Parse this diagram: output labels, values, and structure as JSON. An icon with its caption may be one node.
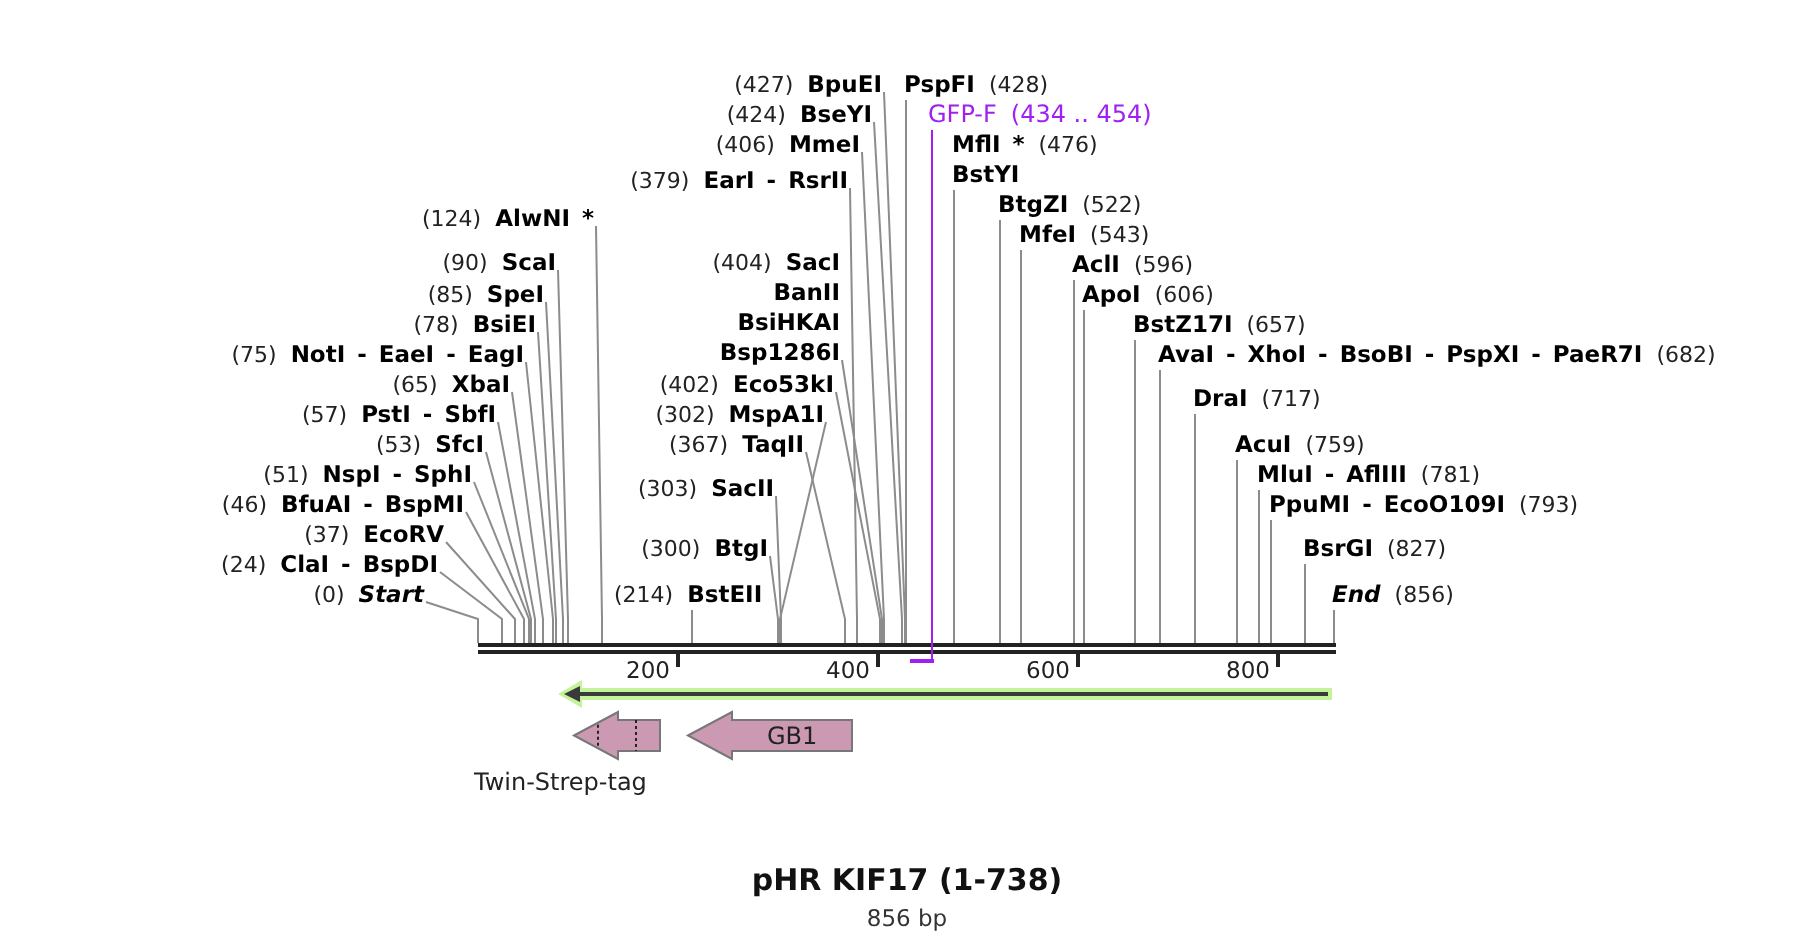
{
  "diagram": {
    "title": "pHR KIF17 (1-738)",
    "caption": "856 bp",
    "nodes": [
      {
        "text": [
          "(427)",
          "BpuEI"
        ]
      },
      {
        "text": [
          "PspFI",
          "(428)"
        ]
      },
      {
        "text": [
          "(424)",
          "BseYI"
        ]
      },
      {
        "text": [
          "GFP-F",
          "(434 .. 454)"
        ]
      },
      {
        "text": [
          "(406)",
          "MmeI"
        ]
      },
      {
        "text": [
          "MflI *",
          "(476)",
          "BstYI"
        ]
      },
      {
        "text": [
          "(379)",
          "EarI - RsrII"
        ]
      },
      {
        "text": [
          "BtgZI",
          "(522)"
        ]
      },
      {
        "text": [
          "(124)",
          "AlwNI *"
        ]
      },
      {
        "text": [
          "MfeI",
          "(543)"
        ]
      },
      {
        "text": [
          "(90)",
          "ScaI"
        ]
      },
      {
        "text": [
          "(404)",
          "SacI",
          "BanII",
          "BsiHKAI",
          "Bsp1286I"
        ]
      },
      {
        "text": [
          "AclI",
          "(596)"
        ]
      },
      {
        "text": [
          "(85)",
          "SpeI"
        ]
      },
      {
        "text": [
          "ApoI",
          "(606)"
        ]
      },
      {
        "text": [
          "(78)",
          "BsiEI"
        ]
      },
      {
        "text": [
          "BstZ17I",
          "(657)"
        ]
      },
      {
        "text": [
          "(75)",
          "NotI - EaeI - EagI"
        ]
      },
      {
        "text": [
          "AvaI - XhoI - BsoBI - PspXI - PaeR7I",
          "(682)"
        ]
      },
      {
        "text": [
          "(65)",
          "XbaI"
        ]
      },
      {
        "text": [
          "(402)",
          "Eco53kI"
        ]
      },
      {
        "text": [
          "DraI",
          "(717)"
        ]
      },
      {
        "text": [
          "(57)",
          "PstI - SbfI"
        ]
      },
      {
        "text": [
          "(302)",
          "MspA1I"
        ]
      },
      {
        "text": [
          "(53)",
          "SfcI"
        ]
      },
      {
        "text": [
          "(367)",
          "TaqII"
        ]
      },
      {
        "text": [
          "AcuI",
          "(759)"
        ]
      },
      {
        "text": [
          "(51)",
          "NspI - SphI"
        ]
      },
      {
        "text": [
          "MluI - AflIII",
          "(781)"
        ]
      },
      {
        "text": [
          "(303)",
          "SacII"
        ]
      },
      {
        "text": [
          "(46)",
          "BfuAI - BspMI"
        ]
      },
      {
        "text": [
          "PpuMI - EcoO109I",
          "(793)"
        ]
      },
      {
        "text": [
          "(37)",
          "EcoRV"
        ]
      },
      {
        "text": [
          "(300)",
          "BtgI"
        ]
      },
      {
        "text": [
          "BsrGI",
          "(827)"
        ]
      },
      {
        "text": [
          "(24)",
          "ClaI - BspDI"
        ]
      },
      {
        "text": [
          "(0)",
          "Start"
        ]
      },
      {
        "text": [
          "(214)",
          "BstEII"
        ]
      },
      {
        "text": [
          "End",
          "(856)"
        ]
      },
      {
        "text": [],
        "shape": "bar"
      },
      {
        "text": [],
        "shape": "bar"
      },
      {
        "text": [],
        "shape": "arrow"
      },
      {
        "text": [
          "Twin-Strep-tag"
        ]
      },
      {
        "text": [
          "GB1"
        ]
      }
    ],
    "edges": [
      {
        "from": 0,
        "to": 39,
        "arrow": "none"
      },
      {
        "from": 1,
        "to": 39,
        "arrow": "none"
      },
      {
        "from": 2,
        "to": 39,
        "arrow": "none"
      },
      {
        "from": 3,
        "to": 40,
        "arrow": "none",
        "color": "#a020f0"
      },
      {
        "from": 4,
        "to": 39,
        "arrow": "none"
      },
      {
        "from": 5,
        "to": 39,
        "arrow": "none"
      },
      {
        "from": 6,
        "to": 39,
        "arrow": "none"
      },
      {
        "from": 7,
        "to": 39,
        "arrow": "none"
      },
      {
        "from": 8,
        "to": 39,
        "arrow": "none"
      },
      {
        "from": 9,
        "to": 39,
        "arrow": "none"
      },
      {
        "from": 10,
        "to": 39,
        "arrow": "none"
      },
      {
        "from": 11,
        "to": 39,
        "arrow": "none"
      },
      {
        "from": 12,
        "to": 39,
        "arrow": "none"
      },
      {
        "from": 13,
        "to": 39,
        "arrow": "none"
      },
      {
        "from": 14,
        "to": 39,
        "arrow": "none"
      },
      {
        "from": 15,
        "to": 39,
        "arrow": "none"
      },
      {
        "from": 16,
        "to": 39,
        "arrow": "none"
      },
      {
        "from": 17,
        "to": 39,
        "arrow": "none"
      },
      {
        "from": 18,
        "to": 39,
        "arrow": "none"
      },
      {
        "from": 19,
        "to": 39,
        "arrow": "none"
      },
      {
        "from": 20,
        "to": 39,
        "arrow": "none"
      },
      {
        "from": 21,
        "to": 39,
        "arrow": "none"
      },
      {
        "from": 22,
        "to": 39,
        "arrow": "none"
      },
      {
        "from": 23,
        "to": 39,
        "arrow": "none"
      },
      {
        "from": 24,
        "to": 39,
        "arrow": "none"
      },
      {
        "from": 25,
        "to": 39,
        "arrow": "none"
      },
      {
        "from": 26,
        "to": 39,
        "arrow": "none"
      },
      {
        "from": 27,
        "to": 39,
        "arrow": "none"
      },
      {
        "from": 28,
        "to": 39,
        "arrow": "none"
      },
      {
        "from": 29,
        "to": 39,
        "arrow": "none"
      },
      {
        "from": 30,
        "to": 39,
        "arrow": "none"
      },
      {
        "from": 31,
        "to": 39,
        "arrow": "none"
      },
      {
        "from": 32,
        "to": 39,
        "arrow": "none"
      },
      {
        "from": 33,
        "to": 39,
        "arrow": "none"
      },
      {
        "from": 34,
        "to": 39,
        "arrow": "none"
      },
      {
        "from": 35,
        "to": 39,
        "arrow": "none"
      },
      {
        "from": 36,
        "to": 39,
        "arrow": "none"
      },
      {
        "from": 37,
        "to": 39,
        "arrow": "none"
      },
      {
        "from": 38,
        "to": 39,
        "arrow": "none"
      }
    ],
    "labels": [
      "200",
      "400",
      "600",
      "800"
    ]
  }
}
